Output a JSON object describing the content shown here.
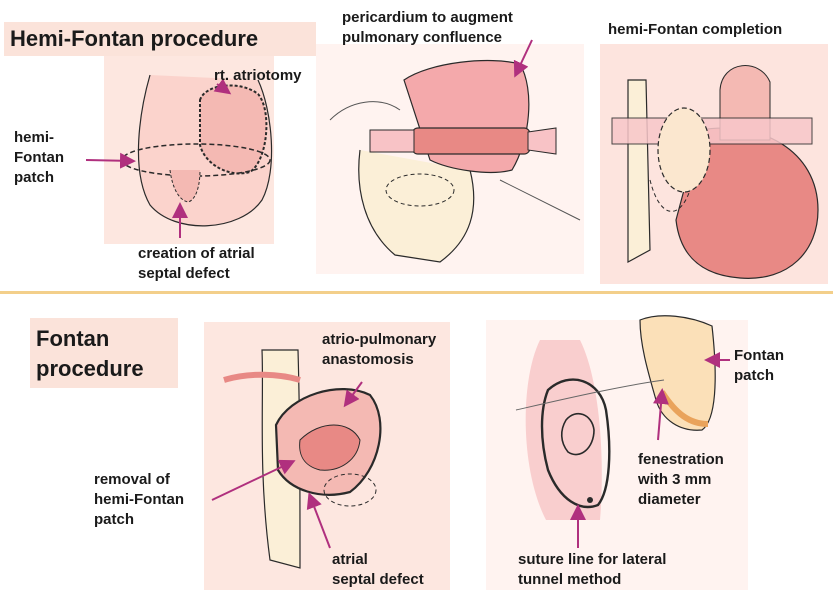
{
  "colors": {
    "panel": "#fbe3da",
    "tissue": "#f4b9b3",
    "tissue_dark": "#e88985",
    "heart_red": "#e07070",
    "outline": "#2a2a2a",
    "divider": "#f3cf8a",
    "arrow": "#b0307e",
    "cream": "#fbefd7",
    "orange_patch": "#e9a35b"
  },
  "top": {
    "title": "Hemi-Fontan procedure",
    "labels": {
      "atriotomy": "rt. atriotomy",
      "hemi_patch": "hemi-\nFontan\npatch",
      "septal_creation": "creation of atrial\nseptal defect",
      "pericardium": "pericardium to augment\npulmonary confluence",
      "completion": "hemi-Fontan completion"
    }
  },
  "bottom": {
    "title": "Fontan\nprocedure",
    "labels": {
      "atrio_pulm": "atrio-pulmonary\nanastomosis",
      "removal": "removal of\nhemi-Fontan\npatch",
      "atrial_septal": "atrial\nseptal defect",
      "fontan_patch": "Fontan\npatch",
      "fenestration": "fenestration\nwith 3 mm\ndiameter",
      "suture_line": "suture line for lateral\ntunnel method"
    }
  }
}
